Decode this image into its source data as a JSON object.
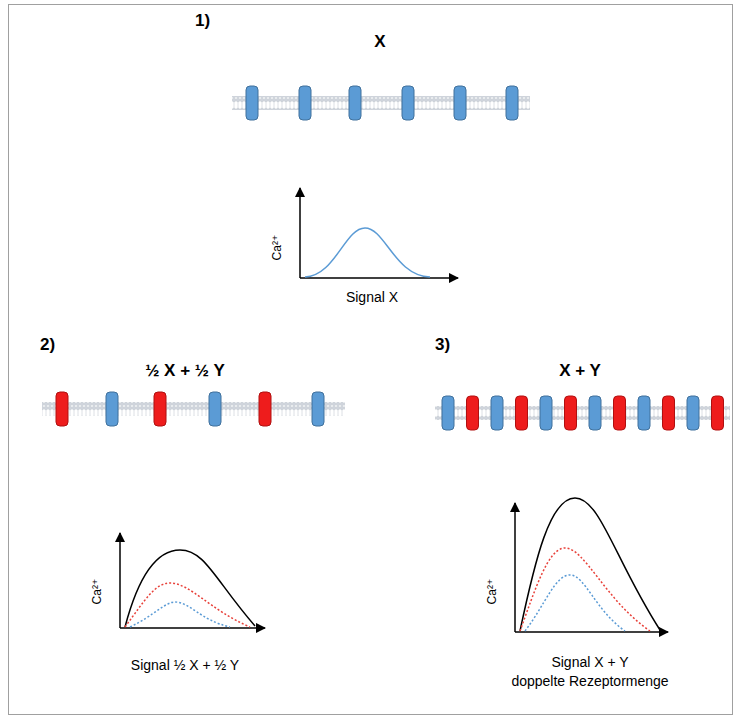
{
  "diagram": {
    "labels": [
      "1)",
      "X",
      "Ca²⁺",
      "Signal X",
      "2)",
      "½ X + ½ Y",
      "Ca²⁺",
      "Signal ½ X + ½ Y",
      "3)",
      "X + Y",
      "Ca²⁺",
      "Signal X + Y",
      "doppelte Rezeptormenge"
    ]
  }
}
